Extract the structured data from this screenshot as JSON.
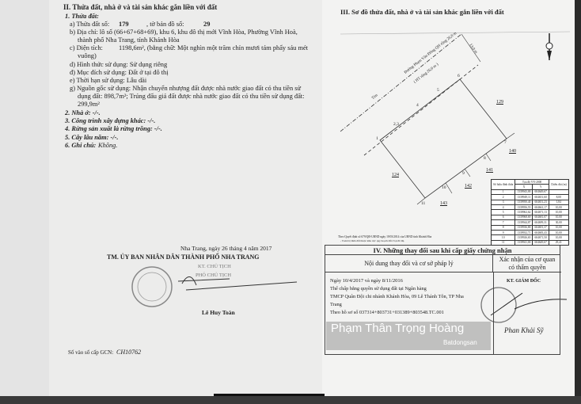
{
  "section2": {
    "title": "II. Thửa đất, nhà ở và tài sản khác gắn liền với đất",
    "land_heading": "1. Thửa đất:",
    "parcel_label": "a) Thửa đất số:",
    "parcel_no": "179",
    "map_label": ", tờ bản đồ số:",
    "map_no": "29",
    "address_1": "b) Địa chỉ:  lô số (66+67+68+69), khu 6, khu đô thị mới Vĩnh Hòa, Phường Vĩnh Hoà,",
    "address_2": "thành phố Nha Trang, tỉnh Khánh Hòa",
    "area_label": "c) Diện tích:",
    "area_1": "1198,6m², (bằng chữ: Một nghìn một trăm chín mươi tám phẩy sáu mét",
    "area_2": "vuông)",
    "use_form": "d) Hình thức sử dụng:   Sử dụng riêng",
    "purpose": "đ) Mục đích sử dụng:  Đất ở tại đô thị",
    "term": "e) Thời hạn sử dụng:  Lâu dài",
    "origin_1": "g) Nguồn gốc sử dụng:  Nhận chuyển nhượng đất được nhà nước giao đất có thu tiền sử",
    "origin_2": "dụng đất: 898,7m²; Trúng đấu giá đất được nhà nước giao đất có thu tiền sử dụng đất:",
    "origin_3": "299,9m²",
    "house": "2. Nhà ở:  -/-.",
    "other_works": "3. Công trình xây dựng khác: -/-.",
    "forest": "4. Rừng sản xuất là rừng trồng: -/-.",
    "perennial": "5. Cây lâu năm:  -/-.",
    "notes_label": "6. Ghi chú:",
    "notes_value": "Không."
  },
  "signing": {
    "date_line": "Nha Trang, ngày 26 tháng 4 năm 2017",
    "authority": "TM. ỦY BAN NHÂN DÂN THÀNH PHỐ NHA TRANG",
    "on_behalf": "KT. CHỦ TỊCH",
    "position": "PHÓ CHỦ TỊCH",
    "signer": "Lê Huy Toàn",
    "register_label": "Số vào sổ cấp GCN:",
    "register_no": "CH10762"
  },
  "section3": {
    "title": "III. Sơ đồ thửa đất, nhà ở và tài sản khác gắn liền với đất",
    "road_1": "Đường Phạm Văn Đồng QH rộng 26,0 m",
    "road_2": "( HT rộng 26,0 m )",
    "road_tim": "Tim",
    "width_label": "13,0 m",
    "points": [
      "1",
      "2,3",
      "4",
      "5",
      "6",
      "7",
      "8",
      "9",
      "10",
      "11"
    ],
    "neighbors": [
      "129",
      "140",
      "141",
      "142",
      "143",
      "124"
    ],
    "note": "Theo Quyết định số 679/QĐ-UBND ngày 19/03/2014 của UBND tỉnh Khánh Hòa",
    "note2": "- Toàn bộ thửa đất thuộc khu vực quy hoạch đất ở tại đô thị.",
    "table": {
      "h_point": "Số hiệu đỉnh thửa",
      "h_coord": "Tọa độ VN-2000",
      "h_len": "Chiều dài (m)",
      "h_x": "X",
      "h_y": "Y",
      "rows": [
        [
          "1",
          "1339943,00",
          "604649,67",
          ""
        ],
        [
          "2",
          "1339949,11",
          "604651,60",
          "8,00"
        ],
        [
          "3",
          "1339950,40",
          "604651,23",
          "1,84"
        ],
        [
          "4",
          "1339956,55",
          "604661,17",
          "10,00"
        ],
        [
          "5",
          "1339962,62",
          "604671,13",
          "10,00"
        ],
        [
          "6",
          "1339968,69",
          "604681,07",
          "10,00"
        ],
        [
          "7",
          "1339944,87",
          "604699,31",
          "30,00"
        ],
        [
          "8",
          "1339936,80",
          "604691,37",
          "10,00"
        ],
        [
          "9",
          "1339932,71",
          "604683,43",
          "10,00"
        ],
        [
          "10",
          "1339926,65",
          "604671,50",
          "10,00"
        ],
        [
          "11",
          "1339941,00",
          "604649,67",
          "29,41"
        ]
      ]
    }
  },
  "section4": {
    "title": "IV. Những thay đổi sau khi cấp giấy chứng nhận",
    "col_content": "Nội dung thay đổi và cơ sở pháp lý",
    "col_confirm_1": "Xác nhận của cơ quan",
    "col_confirm_2": "có thẩm quyền",
    "line1": "Ngày 10/4/2017 và ngày 8/11/2016",
    "line2": "Thế chấp bằng quyền sử dụng đất tại Ngân hàng",
    "line3": "TMCP Quân Đội chi nhánh Khánh Hòa, 09 Lê Thánh Tôn, TP Nha Trang",
    "line4": "Theo hồ sơ số 037314+803731+031389+803548.TC.001",
    "confirm_title": "KT. GIÁM ĐỐC",
    "confirm_signer": "Phan Khải Sỹ"
  },
  "watermark": {
    "name": "Phạm Thân Trọng Hoàng",
    "brand": "Batdongsan"
  }
}
